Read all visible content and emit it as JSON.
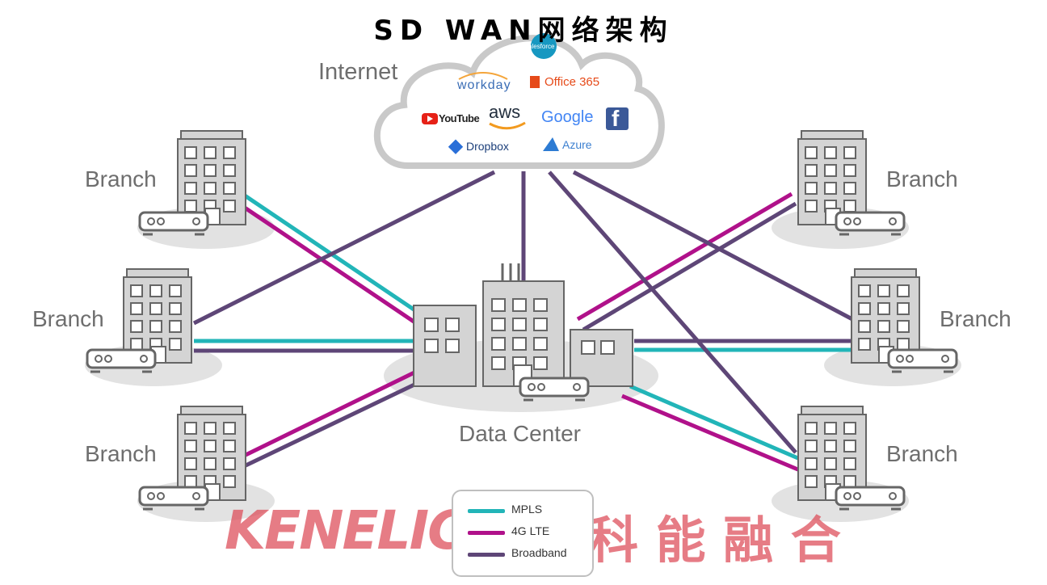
{
  "title": "SD WAN网络架构",
  "cloud": {
    "label": "Internet",
    "services": {
      "salesforce": "salesforce",
      "workday": "workday",
      "office365": "Office 365",
      "youtube": "YouTube",
      "aws": "aws",
      "google": "Google",
      "facebook": "f",
      "dropbox": "Dropbox",
      "azure": "Azure"
    }
  },
  "branches": {
    "top_left": "Branch",
    "mid_left": "Branch",
    "bot_left": "Branch",
    "top_right": "Branch",
    "mid_right": "Branch",
    "bot_right": "Branch"
  },
  "data_center": "Data Center",
  "legend": [
    {
      "label": "MPLS",
      "color": "#22b5b8"
    },
    {
      "label": "4G LTE",
      "color": "#b0118a"
    },
    {
      "label": "Broadband",
      "color": "#5e4677"
    }
  ],
  "watermark": {
    "latin": "KENELIC",
    "cjk": "科 能 融 合"
  },
  "colors": {
    "mpls": "#22b5b8",
    "lte": "#b0118a",
    "broadband": "#5e4677",
    "building_fill": "#d4d4d4",
    "building_stroke": "#666666",
    "shadow": "#e2e2e2"
  }
}
